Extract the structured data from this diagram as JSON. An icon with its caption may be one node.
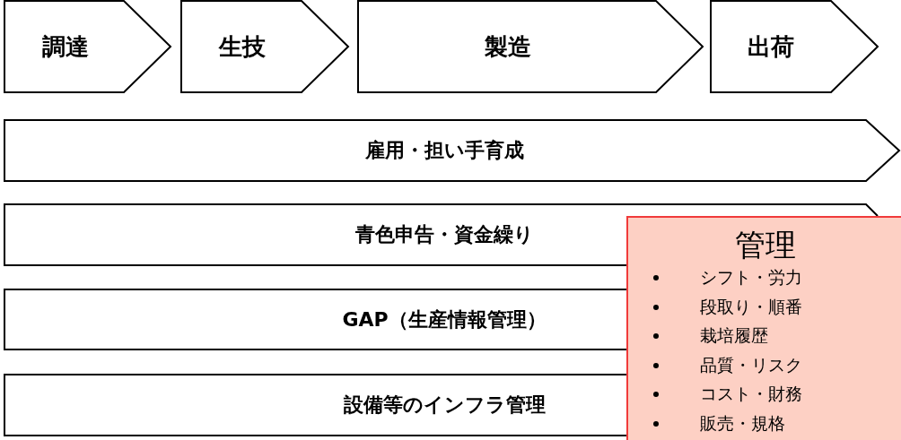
{
  "diagram": {
    "nodes": [
      {
        "text": [
          "調達"
        ]
      },
      {
        "text": [
          "生技"
        ]
      },
      {
        "text": [
          "製造"
        ]
      },
      {
        "text": [
          "出荷"
        ]
      },
      {
        "text": [
          "雇用・担い手育成"
        ]
      },
      {
        "text": [
          "青色申告・資金繰り"
        ]
      },
      {
        "text": [
          "GAP（生産情報管理）"
        ]
      },
      {
        "text": [
          "設備等のインフラ管理"
        ]
      },
      {
        "text": [
          "管理",
          "シフト・労力",
          "段取り・順番",
          "栽培履歴",
          "品質・リスク",
          "コスト・財務",
          "販売・規格"
        ]
      }
    ],
    "edges": []
  }
}
